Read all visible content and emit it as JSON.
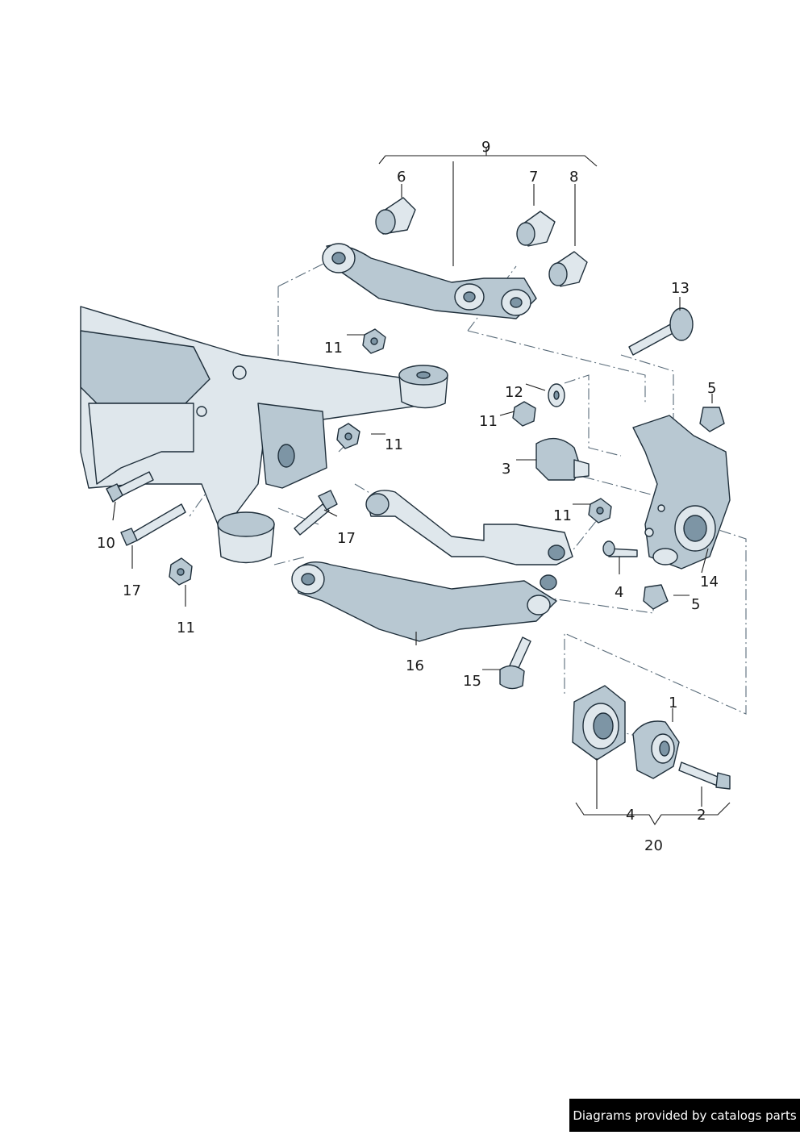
{
  "callouts": {
    "c1": "1",
    "c2": "2",
    "c3": "3",
    "c4a": "4",
    "c4b": "4",
    "c5a": "5",
    "c5b": "5",
    "c6": "6",
    "c7": "7",
    "c8": "8",
    "c9": "9",
    "c10": "10",
    "c11a": "11",
    "c11b": "11",
    "c11c": "11",
    "c11d": "11",
    "c11e": "11",
    "c12": "12",
    "c13": "13",
    "c14": "14",
    "c15": "15",
    "c16": "16",
    "c17a": "17",
    "c17b": "17",
    "c20": "20"
  },
  "footer": {
    "text": "Diagrams provided by catalogs parts"
  },
  "colors": {
    "part_light": "#dfe7ec",
    "part_mid": "#b8c8d2",
    "part_dark": "#7d95a5",
    "footer_bg": "#000000"
  }
}
